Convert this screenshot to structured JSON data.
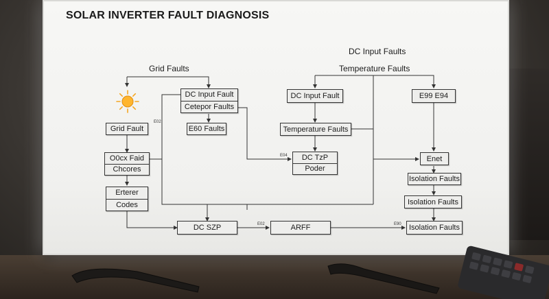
{
  "title": "SOLAR INVERTER FAULT DIAGNOSIS",
  "labels": {
    "grid_faults": "Grid Faults",
    "dc_input_faults": "DC Input Faults",
    "temperature_faults": "Temperature Faults"
  },
  "small_labels": {
    "e02_left": "E02",
    "e04": "E04",
    "e02_bottom": "E02",
    "e90": "E90"
  },
  "nodes": {
    "grid_fault": "Grid Fault",
    "ocx_top": "O0cx Faid",
    "ocx_bottom": "Chcores",
    "erterer_top": "Erterer",
    "erterer_bottom": "Codes",
    "dc_input_fault_left": "DC Input Fault",
    "cetepor_faults": "Cetepor Faults",
    "e60_faults": "E60 Faults",
    "dc_input_fault_mid": "DC Input Fault",
    "temperature_faults_box": "Temperature Faults",
    "dc_tzp": "DC TzP",
    "poder": "Poder",
    "e99_e94": "E99 E94",
    "enet": "Enet",
    "isolation_1": "Isolation Faults",
    "isolation_2": "Isolation Faults",
    "isolation_3": "Isolation Faults",
    "dc_szp": "DC SZP",
    "arff": "ARFF"
  },
  "colors": {
    "sun": "#f5a623",
    "sun_core": "#ffcf4a",
    "line": "#333333"
  }
}
